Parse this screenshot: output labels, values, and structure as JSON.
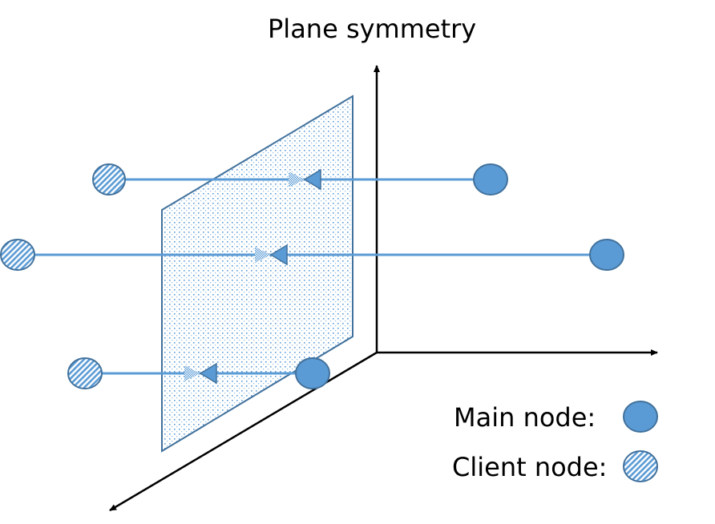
{
  "title": "Plane symmetry",
  "legend": {
    "main_label": "Main node:",
    "client_label": "Client node:"
  },
  "colors": {
    "node_fill": "#5b9bd5",
    "node_stroke": "#41719c",
    "line": "#5b9bd5",
    "axis": "#000000"
  }
}
